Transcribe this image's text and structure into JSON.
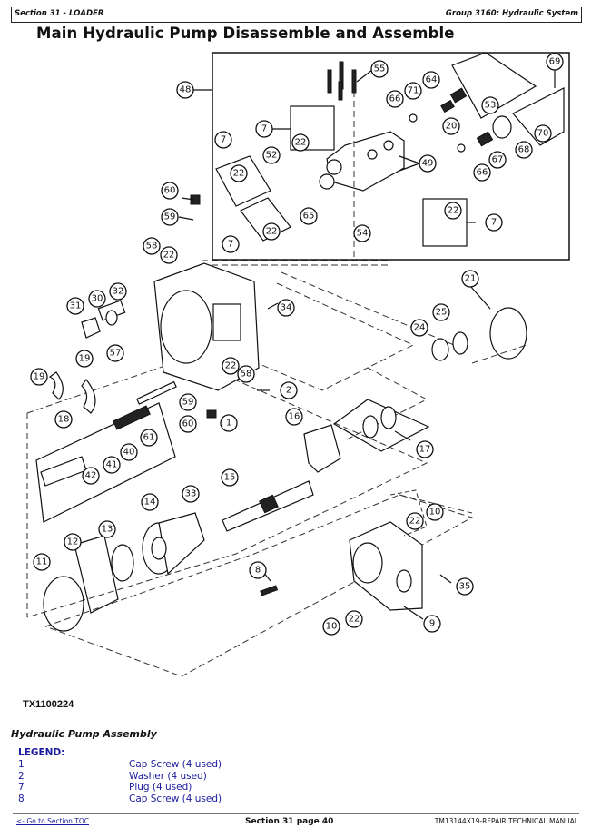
{
  "header": {
    "section": "Section 31 - LOADER",
    "group": "Group 3160: Hydraulic System"
  },
  "page_title": "Main Hydraulic Pump Disassemble and Assemble",
  "figure": {
    "id": "TX1100224",
    "caption": "Hydraulic Pump Assembly",
    "callouts": [
      "48",
      "55",
      "64",
      "66",
      "71",
      "69",
      "7",
      "22",
      "53",
      "20",
      "70",
      "7",
      "22",
      "52",
      "68",
      "67",
      "49",
      "66",
      "60",
      "22",
      "65",
      "7",
      "59",
      "22",
      "54",
      "7",
      "58",
      "22",
      "21",
      "30",
      "32",
      "31",
      "34",
      "25",
      "24",
      "57",
      "19",
      "19",
      "22",
      "58",
      "2",
      "59",
      "60",
      "1",
      "18",
      "61",
      "16",
      "40",
      "41",
      "17",
      "42",
      "15",
      "14",
      "33",
      "22",
      "10",
      "13",
      "12",
      "11",
      "8",
      "35",
      "10",
      "22",
      "9"
    ]
  },
  "legend": {
    "heading": "LEGEND:",
    "items": [
      {
        "num": "1",
        "desc": "Cap Screw (4 used)"
      },
      {
        "num": "2",
        "desc": "Washer (4 used)"
      },
      {
        "num": "7",
        "desc": "Plug (4 used)"
      },
      {
        "num": "8",
        "desc": "Cap Screw (4 used)"
      }
    ]
  },
  "footer": {
    "toc_link": "<- Go to Section TOC",
    "page": "Section 31 page 40",
    "manual": "TM13144X19-REPAIR TECHNICAL MANUAL"
  }
}
